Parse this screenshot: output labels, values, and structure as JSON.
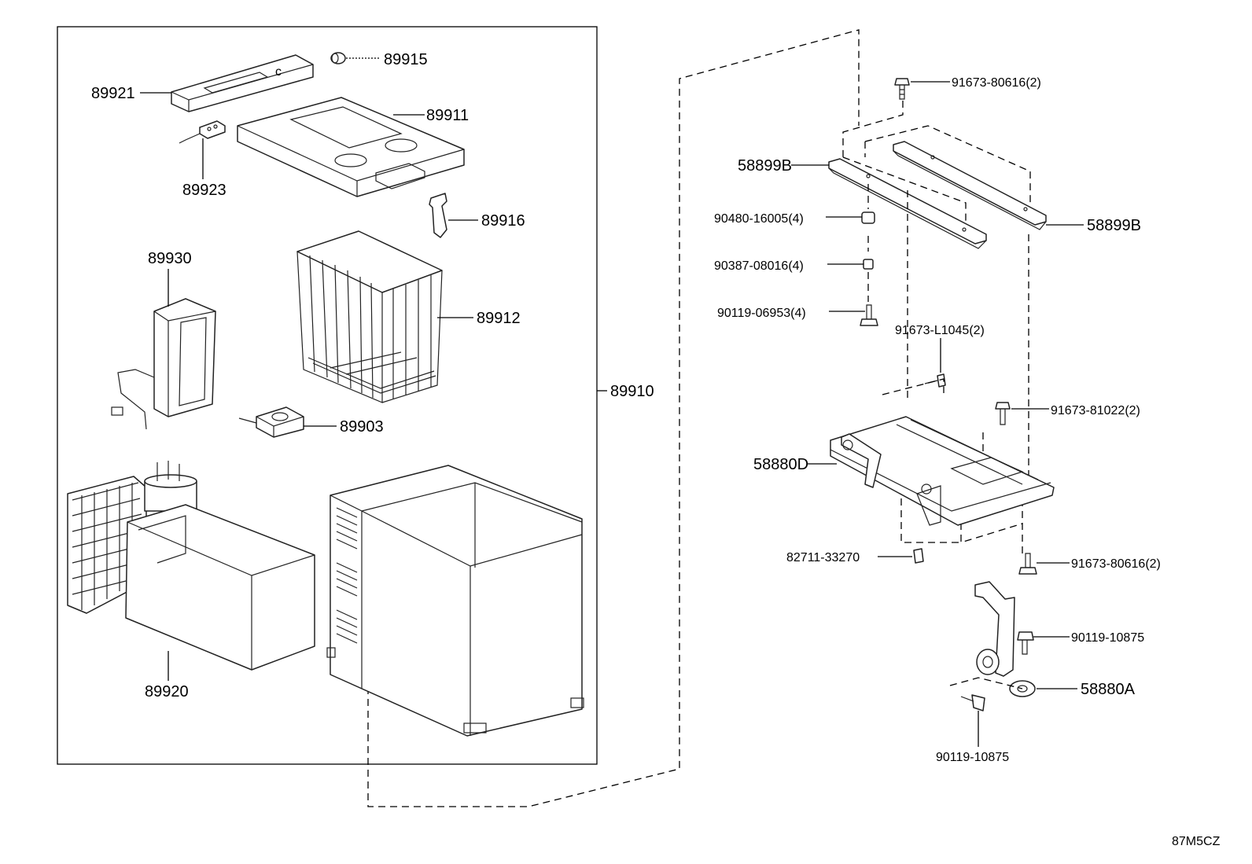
{
  "diagram_code": "87M5CZ",
  "kit": {
    "part_no": "89910"
  },
  "left_parts": [
    {
      "id": "p89915",
      "part_no": "89915"
    },
    {
      "id": "p89921",
      "part_no": "89921"
    },
    {
      "id": "p89911",
      "part_no": "89911"
    },
    {
      "id": "p89923",
      "part_no": "89923"
    },
    {
      "id": "p89916",
      "part_no": "89916"
    },
    {
      "id": "p89930",
      "part_no": "89930"
    },
    {
      "id": "p89912",
      "part_no": "89912"
    },
    {
      "id": "p89903",
      "part_no": "89903"
    },
    {
      "id": "p89920",
      "part_no": "89920"
    }
  ],
  "right_parts": [
    {
      "id": "r1",
      "part_no": "91673-80616(2)"
    },
    {
      "id": "r2",
      "part_no": "58899B"
    },
    {
      "id": "r3",
      "part_no": "58899B"
    },
    {
      "id": "r4",
      "part_no": "90480-16005(4)"
    },
    {
      "id": "r5",
      "part_no": "90387-08016(4)"
    },
    {
      "id": "r6",
      "part_no": "90119-06953(4)"
    },
    {
      "id": "r7",
      "part_no": "91673-L1045(2)"
    },
    {
      "id": "r8",
      "part_no": "91673-81022(2)"
    },
    {
      "id": "r9",
      "part_no": "58880D"
    },
    {
      "id": "r10",
      "part_no": "82711-33270"
    },
    {
      "id": "r11",
      "part_no": "91673-80616(2)"
    },
    {
      "id": "r12",
      "part_no": "90119-10875"
    },
    {
      "id": "r13",
      "part_no": "58880A"
    },
    {
      "id": "r14",
      "part_no": "90119-10875"
    }
  ]
}
